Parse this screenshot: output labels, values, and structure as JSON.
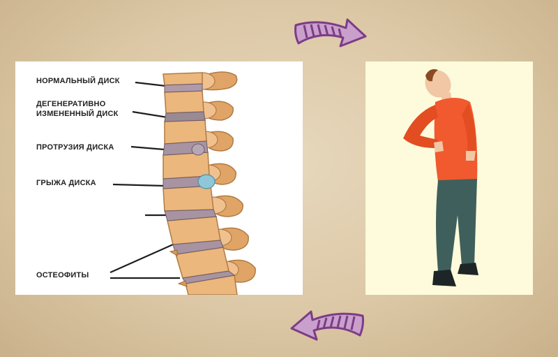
{
  "labels": {
    "normal_disc": "НОРМАЛЬНЫЙ ДИСК",
    "degenerative_line1": "ДЕГЕНЕРАТИВНО",
    "degenerative_line2": "ИЗМЕНЕННЫЙ ДИСК",
    "protrusion": "ПРОТРУЗИЯ ДИСКА",
    "hernia": "ГРЫЖА ДИСКА",
    "osteophytes": "ОСТЕОФИТЫ"
  },
  "colors": {
    "background": "#dcc8a6",
    "arrow": "#7d3c86",
    "bone": "#e9b47a",
    "disc": "#a98f9e",
    "hernia": "#8fc7d9",
    "shirt": "#f05a2e",
    "pants": "#3f5f5c"
  },
  "icons": {
    "top_arrow": "decorative-arrow-right-icon",
    "bottom_arrow": "decorative-arrow-left-icon",
    "person": "back-pain-person-illustration"
  }
}
